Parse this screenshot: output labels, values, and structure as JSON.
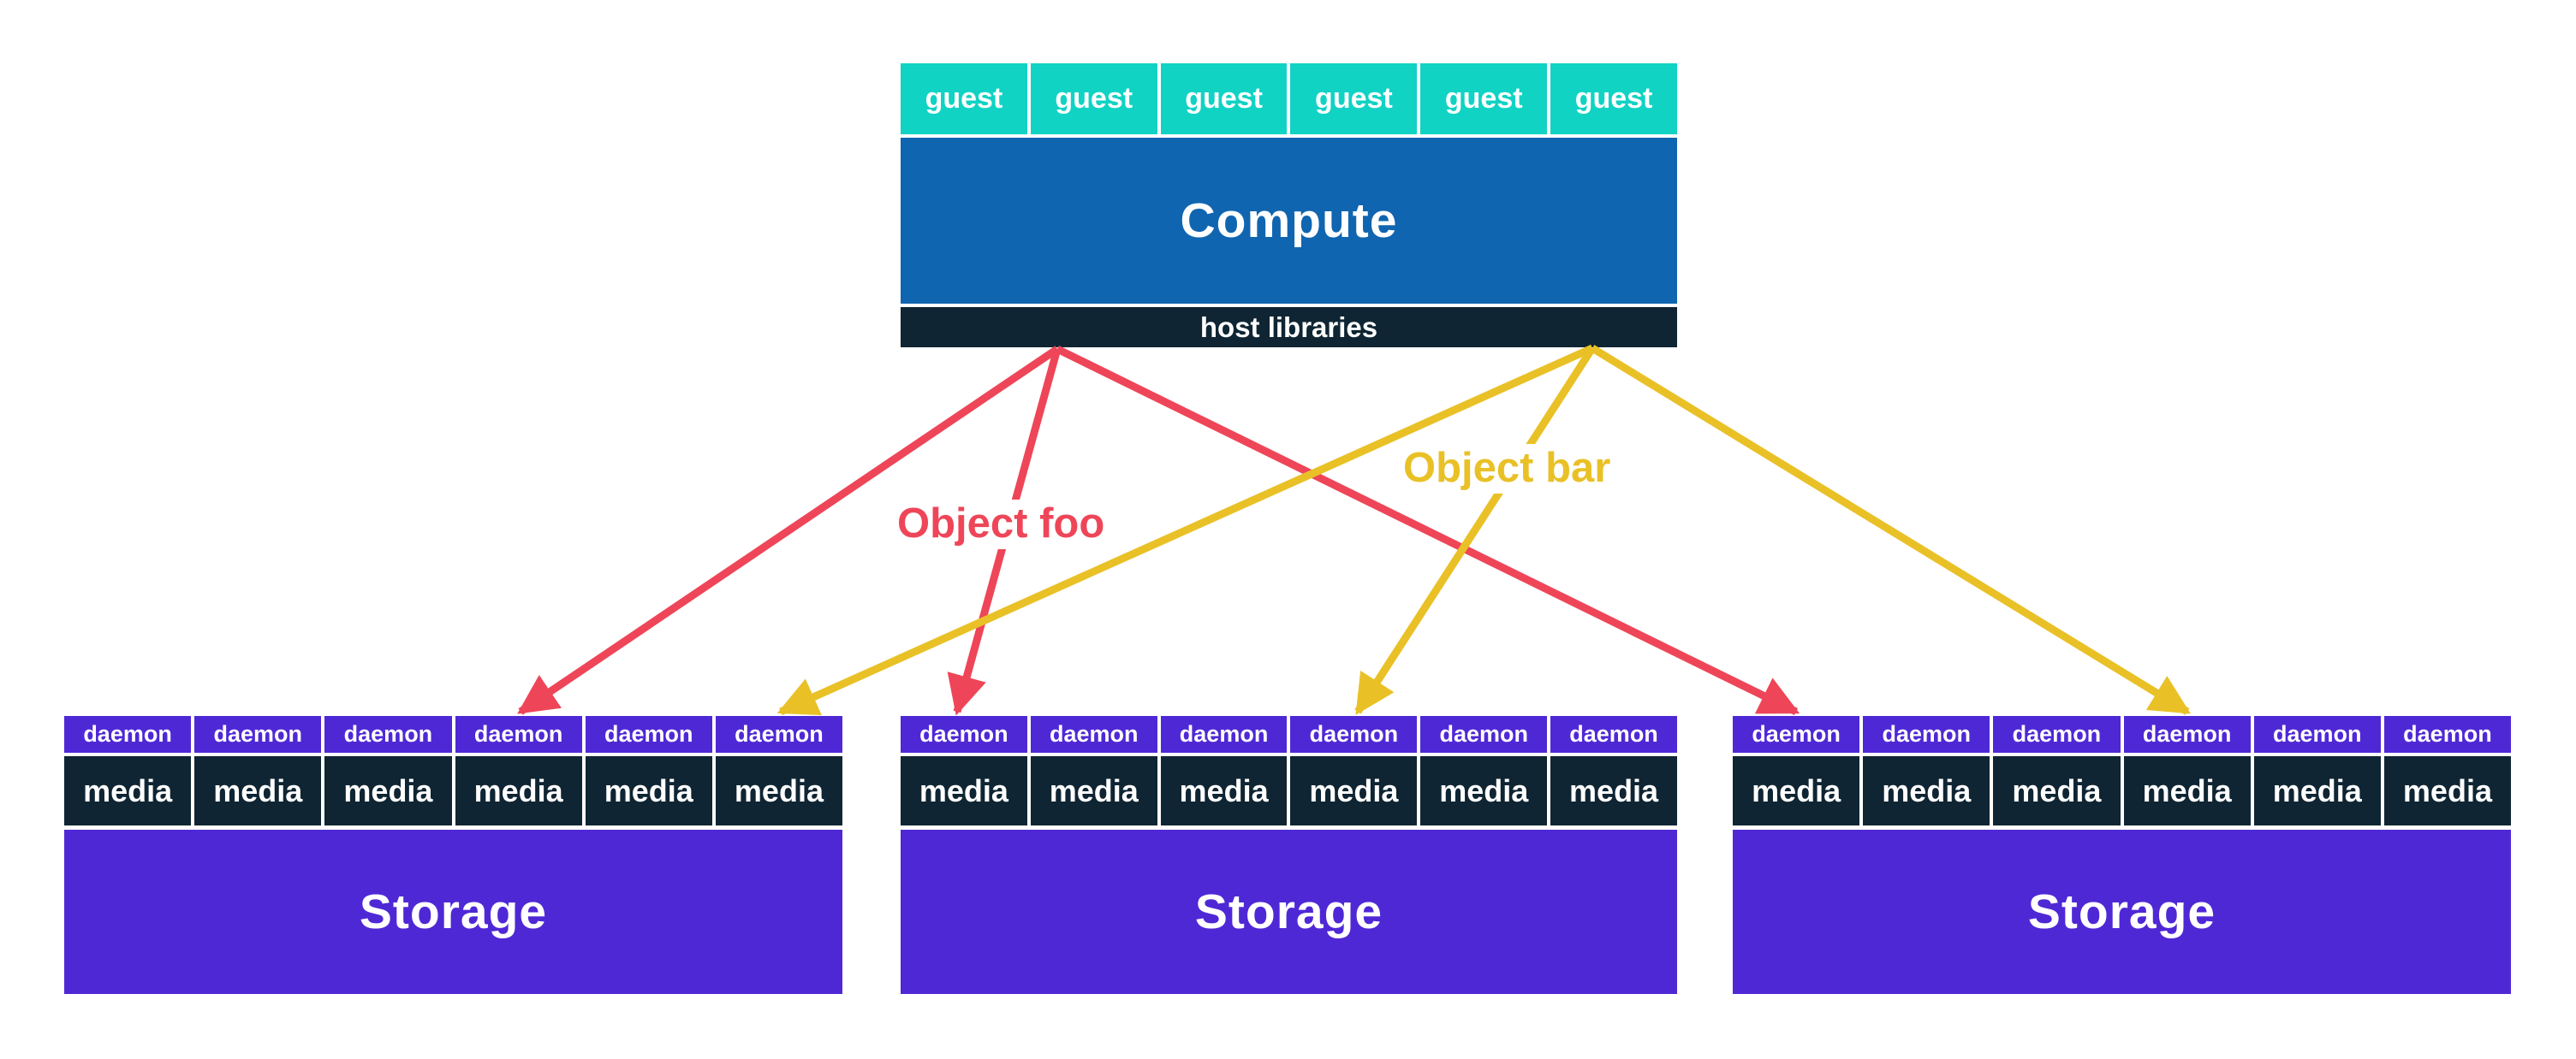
{
  "colors": {
    "background": "#FFFFFF",
    "guest_teal": "#10D3C4",
    "compute_blue": "#1065B0",
    "dark_navy": "#0F2533",
    "purple": "#4F28D6",
    "object_foo_red": "#EE4658",
    "object_bar_yellow": "#E9C127"
  },
  "compute_node": {
    "guests": [
      "guest",
      "guest",
      "guest",
      "guest",
      "guest",
      "guest"
    ],
    "label": "Compute",
    "host_libraries": "host libraries"
  },
  "flows": [
    {
      "name": "Object foo",
      "color_key": "object_foo_red"
    },
    {
      "name": "Object bar",
      "color_key": "object_bar_yellow"
    }
  ],
  "storage_nodes": [
    {
      "daemons": [
        "daemon",
        "daemon",
        "daemon",
        "daemon",
        "daemon",
        "daemon"
      ],
      "media": [
        "media",
        "media",
        "media",
        "media",
        "media",
        "media"
      ],
      "label": "Storage"
    },
    {
      "daemons": [
        "daemon",
        "daemon",
        "daemon",
        "daemon",
        "daemon",
        "daemon"
      ],
      "media": [
        "media",
        "media",
        "media",
        "media",
        "media",
        "media"
      ],
      "label": "Storage"
    },
    {
      "daemons": [
        "daemon",
        "daemon",
        "daemon",
        "daemon",
        "daemon",
        "daemon"
      ],
      "media": [
        "media",
        "media",
        "media",
        "media",
        "media",
        "media"
      ],
      "label": "Storage"
    }
  ]
}
